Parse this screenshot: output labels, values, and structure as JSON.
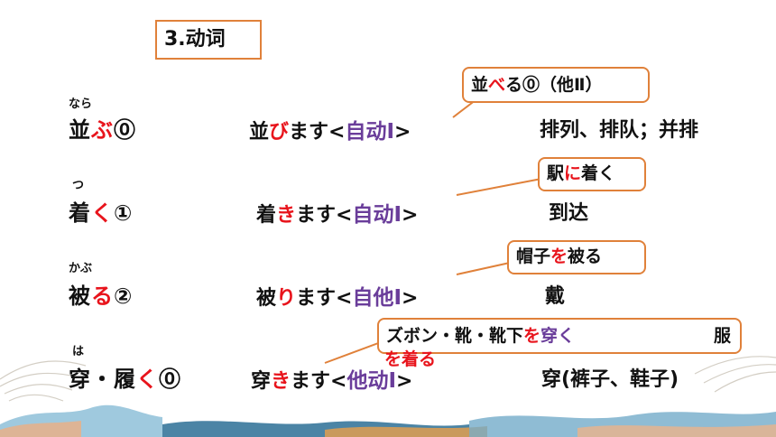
{
  "title": "3.动词",
  "rows": [
    {
      "furigana": "なら",
      "word_pre": "並",
      "word_red": "ぶ",
      "word_post": "⓪",
      "conj_pre": "並",
      "conj_red": "び",
      "conj_mid": "ます<",
      "conj_type": "自动Ⅰ",
      "conj_end": ">",
      "meaning": "排列、排队；并排"
    },
    {
      "furigana": "つ",
      "word_pre": "着",
      "word_red": "く",
      "word_post": "①",
      "conj_pre": "着",
      "conj_red": "き",
      "conj_mid": "ます<",
      "conj_type": "自动Ⅰ",
      "conj_end": ">",
      "meaning": "到达"
    },
    {
      "furigana": "かぶ",
      "word_pre": "被",
      "word_red": "る",
      "word_post": "②",
      "conj_pre": "被",
      "conj_red": "り",
      "conj_mid": "ます<",
      "conj_type": "自他Ⅰ",
      "conj_end": ">",
      "meaning": "戴"
    },
    {
      "furigana": "は",
      "word_pre": "穿・履",
      "word_red": "く",
      "word_post": "⓪",
      "conj_pre": "穿",
      "conj_red": "き",
      "conj_mid": "ます<",
      "conj_type": "他动Ⅰ",
      "conj_end": ">",
      "meaning": "穿(裤子、鞋子)"
    }
  ],
  "callouts": {
    "c1": {
      "pre": "並",
      "red": "べ",
      "post": "る⓪（他Ⅱ）"
    },
    "c2": {
      "pre": "駅",
      "red": "に",
      "post": "着く"
    },
    "c3": {
      "pre": "帽子",
      "red": "を",
      "post": "被る"
    },
    "c4": {
      "pre": "ズボン・靴・靴下",
      "red": "を",
      "purple": "穿く",
      "post": "服",
      "line2_red": "を",
      "line2_post": "着る"
    }
  },
  "colors": {
    "red": "#e8141c",
    "purple": "#6a3d9a",
    "callout_border": "#e0813a"
  }
}
